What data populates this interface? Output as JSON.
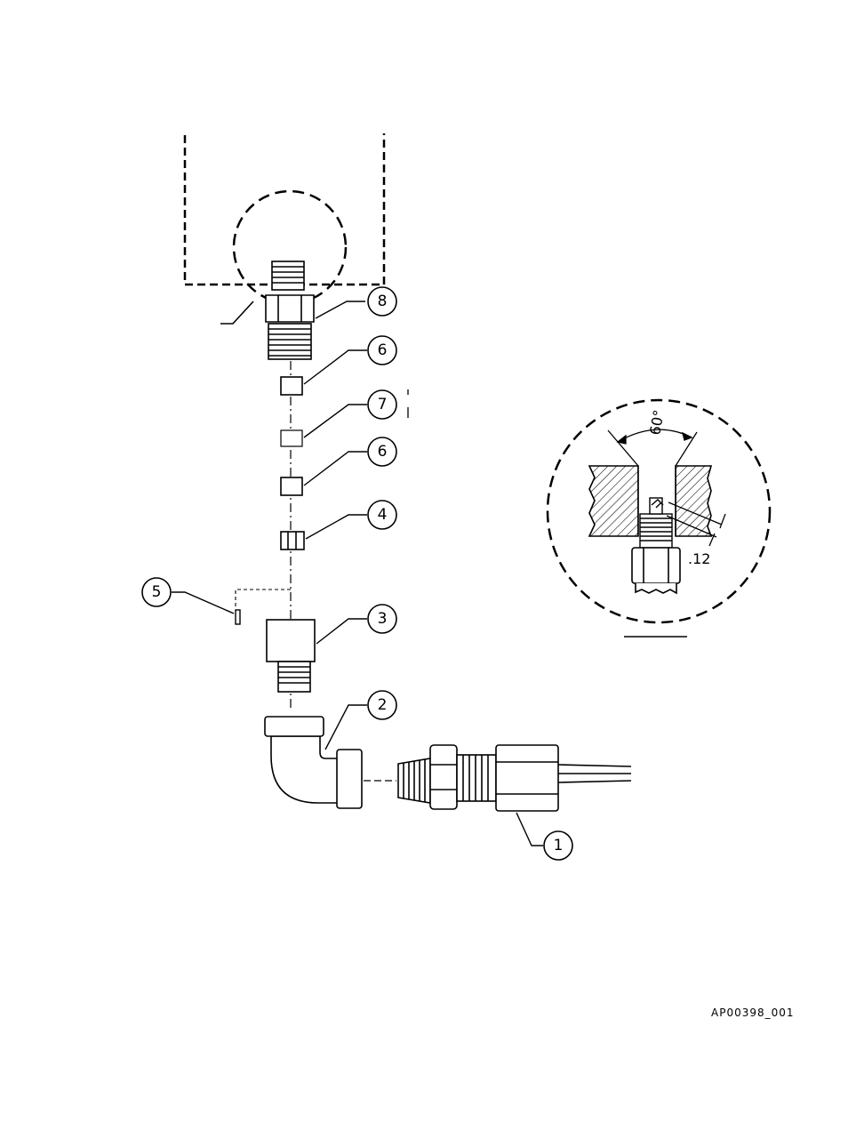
{
  "callouts": [
    {
      "id": "8",
      "label": "8"
    },
    {
      "id": "6a",
      "label": "6"
    },
    {
      "id": "7",
      "label": "7"
    },
    {
      "id": "6b",
      "label": "6"
    },
    {
      "id": "4",
      "label": "4"
    },
    {
      "id": "5",
      "label": "5"
    },
    {
      "id": "3",
      "label": "3"
    },
    {
      "id": "2",
      "label": "2"
    },
    {
      "id": "1",
      "label": "1"
    }
  ],
  "detail": {
    "angle_label": "60°",
    "dimension_label": ".12"
  },
  "figure_id": "AP00398_001"
}
